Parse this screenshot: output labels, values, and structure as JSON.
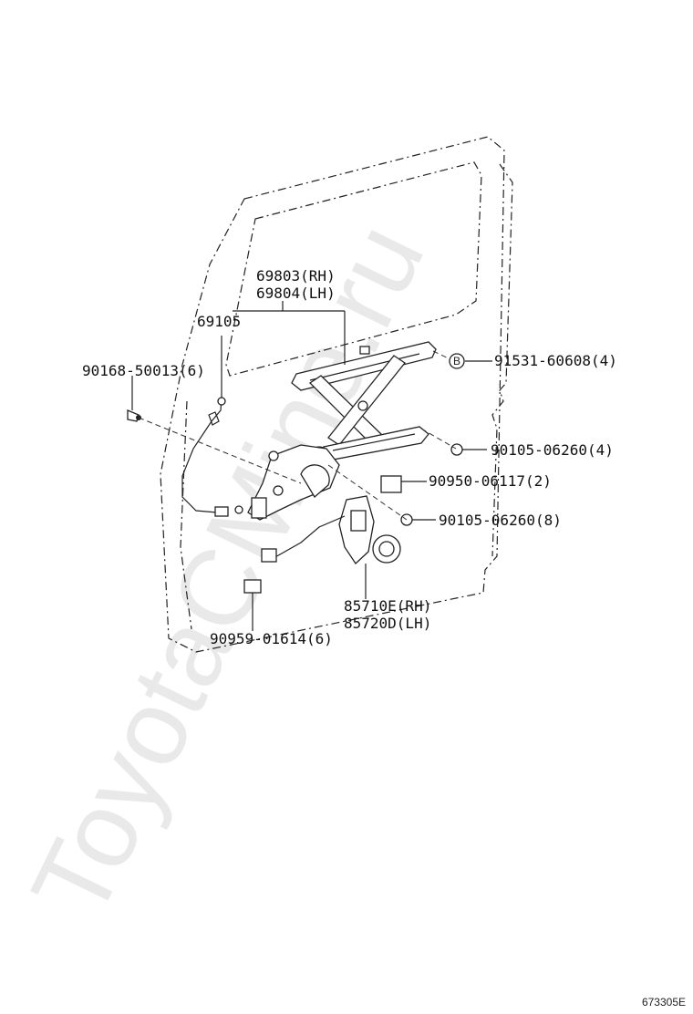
{
  "watermark": "ToyotaCMine.ru",
  "figure_code": "673305E",
  "callouts": {
    "regulator_rh": "69803(RH)",
    "regulator_lh": "69804(LH)",
    "cable": "69105",
    "screw_left": "90168-50013(6)",
    "bolt_b": "91531-60608(4)",
    "bolt_b_marker": "B",
    "bolt_upper": "90105-06260(4)",
    "pad": "90950-06117(2)",
    "bolt_lower": "90105-06260(8)",
    "motor_rh": "85710E(RH)",
    "motor_lh": "85720D(LH)",
    "clip": "90959-01614(6)"
  }
}
